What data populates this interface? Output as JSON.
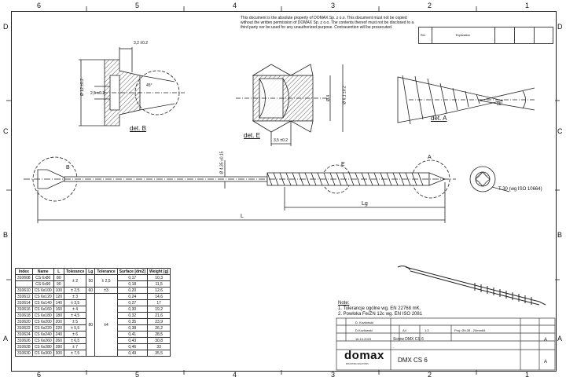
{
  "zones": {
    "top": [
      "6",
      "5",
      "4",
      "3",
      "2",
      "1"
    ],
    "bottom": [
      "6",
      "5",
      "4",
      "3",
      "2",
      "1"
    ],
    "left": [
      "D",
      "C",
      "B",
      "A"
    ],
    "right": [
      "D",
      "C",
      "B",
      "A"
    ]
  },
  "notice": "This document is the absolute property of DOMAX Sp. z o.o. This document must not be copied without the written permission of DOMAX Sp. z o.o. The contents thereof must not be disclosed to a third party nor be used for any unauthorized purpose. Contravention will be prosecuted.",
  "revision": {
    "rev": "Rev",
    "explanation": "Explanation"
  },
  "details": {
    "b_label": "det. B",
    "e_label": "det. E",
    "a_label": "det. A",
    "b_dim_top": "3,2 ±0.2",
    "b_dim_dia": "Ø 12 ±0.2",
    "b_dim_depth": "2,5 ±0.2",
    "b_angle": "45°",
    "e_dim_dia": "Ø 6,1 ±0.2",
    "e_dim_core": "Ø 4",
    "e_dim_pitch": "3,5 ±0.2",
    "a_angle": "25°"
  },
  "main": {
    "marker_b": "B",
    "marker_e": "E",
    "marker_a": "A",
    "shank_dia": "Ø 4,35 ±0.15",
    "lg": "Lg",
    "l": "L",
    "torx": "T 30 (wg ISO 10664)"
  },
  "parts_table": {
    "headers": [
      "Index",
      "Name",
      "L",
      "Tolerance",
      "Lg",
      "Tolerance",
      "Surface [dm2]",
      "Weight [g]"
    ],
    "rows": [
      [
        "310608",
        "CS 6x80",
        "80",
        "",
        "",
        "",
        "0,17",
        "10,3"
      ],
      [
        "",
        "CS 6x90",
        "90",
        "",
        "",
        "",
        "0,18",
        "11,5"
      ],
      [
        "310610",
        "CS 6x100",
        "100",
        "± 2,5",
        "60",
        "±3",
        "0,20",
        "12,6"
      ],
      [
        "310612",
        "CS 6x120",
        "120",
        "± 3",
        "",
        "",
        "0,24",
        "14,6"
      ],
      [
        "310614",
        "CS 6x140",
        "140",
        "± 3,5",
        "",
        "",
        "0,27",
        "17"
      ],
      [
        "310616",
        "CS 6x160",
        "160",
        "± 4",
        "",
        "",
        "0,30",
        "19,2"
      ],
      [
        "310618",
        "CS 6x180",
        "180",
        "± 4,5",
        "",
        "",
        "0,32",
        "21,6"
      ],
      [
        "310620",
        "CS 6x200",
        "200",
        "± 5",
        "",
        "",
        "0,35",
        "23,9"
      ],
      [
        "310622",
        "CS 6x220",
        "220",
        "± 5,5",
        "",
        "",
        "0,38",
        "26,2"
      ],
      [
        "310624",
        "CS 6x240",
        "240",
        "± 6",
        "",
        "",
        "0,41",
        "28,5"
      ],
      [
        "310626",
        "CS 6x260",
        "260",
        "± 6,5",
        "",
        "",
        "0,43",
        "30,8"
      ],
      [
        "310628",
        "CS 6x280",
        "280",
        "± 7",
        "",
        "",
        "0,46",
        "33"
      ],
      [
        "310630",
        "CS 6x300",
        "300",
        "± 7,5",
        "",
        "",
        "0,49",
        "35,5"
      ]
    ],
    "merged": {
      "tol_80_90": "± 2",
      "lg_80_90": "50",
      "lgtol_80_90": "± 2,5",
      "lg_120_300": "80",
      "lgtol_120_300": "±4"
    }
  },
  "notes": {
    "title": "Note:",
    "items": [
      "1.   Tolerancje ogólne wg. EN 22768 mK.",
      "2.   Powłoka Fe/ZN 12c wg. EN ISO 2081"
    ]
  },
  "title_block": {
    "drawn": "D. Kozłowski",
    "checked": "D.Kozłowski",
    "size": "A4",
    "scale": "1:3",
    "projection": "Proj: Ø4,35 - 20mm84",
    "date": "16.10.2023",
    "type": "Screw DMX CS 6",
    "dash": "-",
    "logo": "domax",
    "logo_sub": "MOUNTING SOLUTIONS",
    "drawing_name": "DMX CS 6",
    "sheet_letter": "A",
    "rev_letter": "A"
  }
}
